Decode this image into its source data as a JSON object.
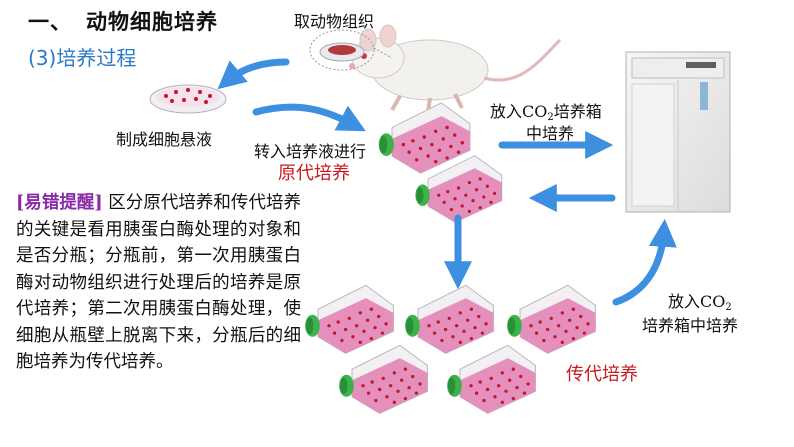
{
  "heading": {
    "number": "一、",
    "text": "动物细胞培养"
  },
  "section": "(3)培养过程",
  "labels": {
    "take_tissue": "取动物组织",
    "suspension": "制成细胞悬液",
    "transfer": "转入培养液进行",
    "primary": "原代培养",
    "incubator_top_a": "放入CO",
    "incubator_top_sub": "2",
    "incubator_top_b": "培养箱",
    "incubator_top_c": "中培养",
    "incubator_bottom_a": "放入CO",
    "incubator_bottom_sub": "2",
    "incubator_bottom_c": "培养箱中培养",
    "subculture": "传代培养"
  },
  "note": {
    "tag": "[易错提醒]",
    "text": " 区分原代培养和传代培养的关键是看用胰蛋白酶处理的对象和是否分瓶；分瓶前，第一次用胰蛋白酶对动物组织进行处理后的培养是原代培养；第二次用胰蛋白酶处理，使细胞从瓶壁上脱离下来，分瓶后的细胞培养为传代培养。"
  },
  "colors": {
    "arrow": "#3d8fe0",
    "red_text": "#c8191f",
    "tag_purple": "#8a2aa8",
    "section_blue": "#2a78c8",
    "medium_pink": "#e48ab8",
    "cap_green": "#3cb34a",
    "cell_red": "#c0182a"
  }
}
